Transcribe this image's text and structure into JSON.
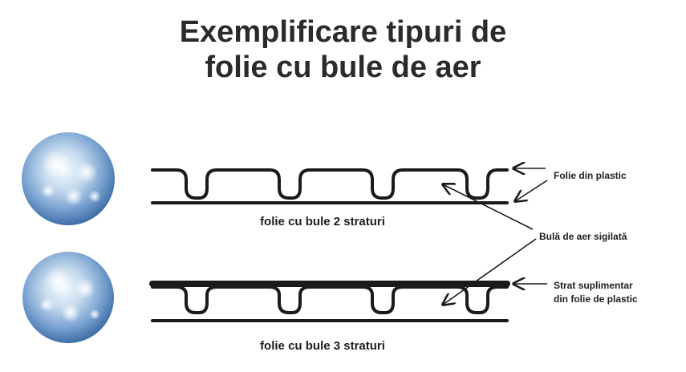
{
  "title": {
    "line1": "Exemplificare tipuri de",
    "line2": "folie cu bule de aer"
  },
  "diagram_1": {
    "caption": "folie cu bule 2 straturi"
  },
  "diagram_2": {
    "caption": "folie cu bule 3 straturi"
  },
  "callouts": {
    "plastic_film": "Folie din plastic",
    "sealed_bubble": "Bulă de aer sigilată",
    "extra_layer_line1": "Strat suplimentar",
    "extra_layer_line2": "din folie de plastic"
  },
  "colors": {
    "line": "#1a1a1a",
    "text": "#1e1e1e",
    "title": "#2b2b2b",
    "bubble_light": "#e8f1fa",
    "bubble_dark": "#4f7fb8"
  }
}
